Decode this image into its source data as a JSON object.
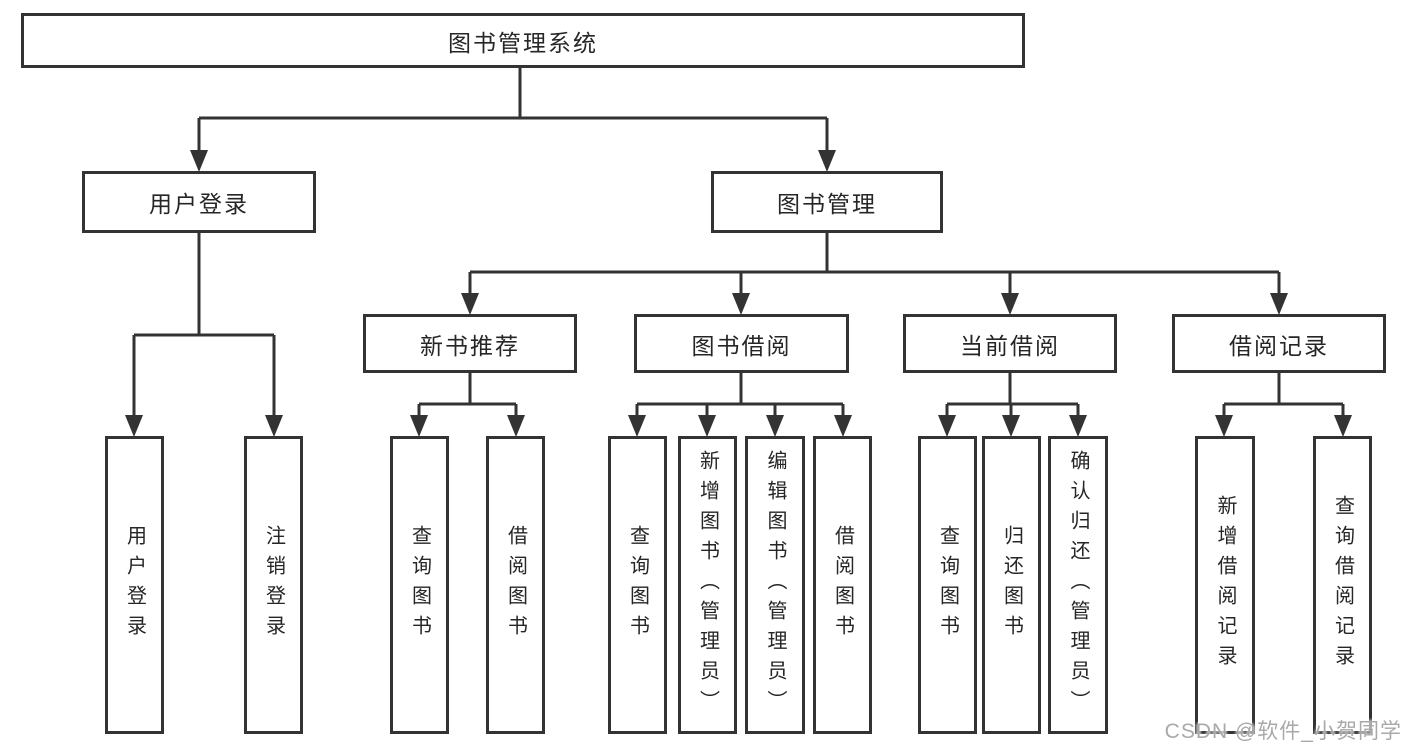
{
  "colors": {
    "line": "#333333",
    "border": "#333333",
    "text": "#262626",
    "watermark": "#a9a9a9",
    "background": "#ffffff"
  },
  "watermark": {
    "text": "CSDN @软件_小贺同学"
  },
  "tree": {
    "root": {
      "label": "图书管理系统"
    },
    "level2": [
      {
        "label": "用户登录"
      },
      {
        "label": "图书管理"
      }
    ],
    "level3": [
      {
        "label": "新书推荐"
      },
      {
        "label": "图书借阅"
      },
      {
        "label": "当前借阅"
      },
      {
        "label": "借阅记录"
      }
    ],
    "leaves": {
      "user_login": [
        {
          "label": "用户登录"
        },
        {
          "label": "注销登录"
        }
      ],
      "new_book": [
        {
          "label": "查询图书"
        },
        {
          "label": "借阅图书"
        }
      ],
      "borrow": [
        {
          "label": "查询图书"
        },
        {
          "label": "新增图书（管理员）"
        },
        {
          "label": "编辑图书（管理员）"
        },
        {
          "label": "借阅图书"
        }
      ],
      "current": [
        {
          "label": "查询图书"
        },
        {
          "label": "归还图书"
        },
        {
          "label": "确认归还（管理员）"
        }
      ],
      "records": [
        {
          "label": "新增借阅记录"
        },
        {
          "label": "查询借阅记录"
        }
      ]
    }
  }
}
